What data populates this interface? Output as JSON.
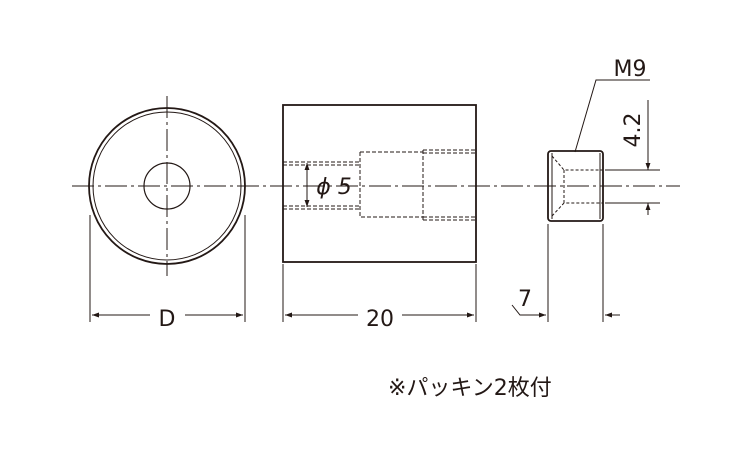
{
  "dimensions": {
    "diameter_label": "D",
    "length_label": "20",
    "bore_label": "ϕ 5",
    "cap_length_label": "7",
    "thread_label": "M9",
    "thread_depth_label": "4.2"
  },
  "note": "※パッキン2枚付",
  "colors": {
    "line": "#231815"
  }
}
